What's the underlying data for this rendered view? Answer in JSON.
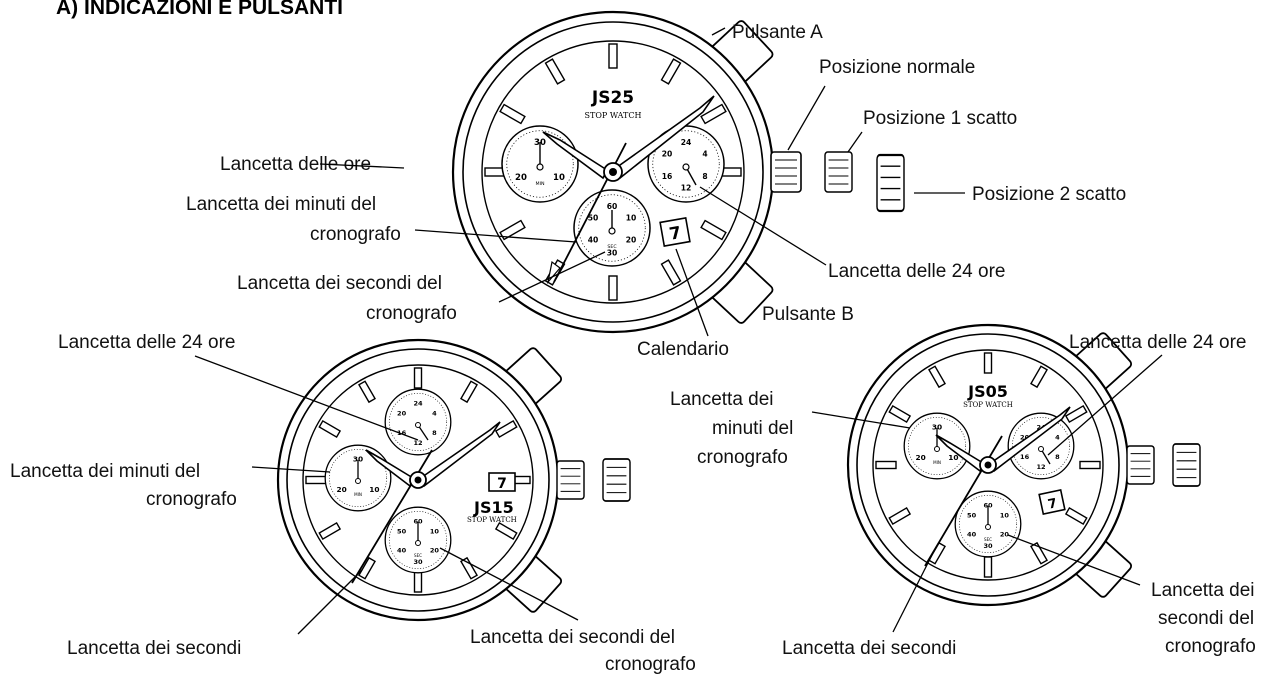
{
  "header": "A) INDICAZIONI E PULSANTI",
  "watch_top": {
    "brand": "JS25",
    "subtitle": "STOP WATCH",
    "labels": {
      "pusher_a": "Pulsante A",
      "normal_position": "Posizione normale",
      "position_1": "Posizione 1 scatto",
      "position_2": "Posizione 2 scatto",
      "hour_hand": "Lancetta delle ore",
      "chrono_minutes_1": "Lancetta dei minuti del",
      "chrono_minutes_2": "cronografo",
      "chrono_seconds_1": "Lancetta dei secondi del",
      "chrono_seconds_2": "cronografo",
      "hand_24h": "Lancetta delle 24 ore",
      "pusher_b": "Pulsante B",
      "calendar": "Calendario"
    },
    "subdial_left": [
      "30",
      "20",
      "10",
      "MIN"
    ],
    "subdial_right": [
      "24",
      "4",
      "8",
      "12",
      "16",
      "20"
    ],
    "subdial_bottom": [
      "60",
      "10",
      "20",
      "30",
      "40",
      "50",
      "SEC"
    ],
    "date_value": "7"
  },
  "watch_left": {
    "brand": "JS15",
    "subtitle": "STOP WATCH",
    "labels": {
      "hand_24h": "Lancetta delle 24 ore",
      "chrono_minutes_1": "Lancetta dei minuti del",
      "chrono_minutes_2": "cronografo",
      "seconds": "Lancetta dei secondi",
      "chrono_seconds_1": "Lancetta dei secondi del",
      "chrono_seconds_2": "cronografo"
    },
    "date_value": "7"
  },
  "watch_right": {
    "brand": "JS05",
    "subtitle": "STOP WATCH",
    "labels": {
      "hand_24h": "Lancetta delle 24 ore",
      "chrono_minutes_1": "Lancetta dei",
      "chrono_minutes_2": "minuti del",
      "chrono_minutes_3": "cronografo",
      "seconds": "Lancetta dei secondi",
      "chrono_seconds_1": "Lancetta dei",
      "chrono_seconds_2": "secondi del",
      "chrono_seconds_3": "cronografo"
    },
    "date_value": "7"
  },
  "colors": {
    "ink": "#000000",
    "background": "#ffffff"
  }
}
